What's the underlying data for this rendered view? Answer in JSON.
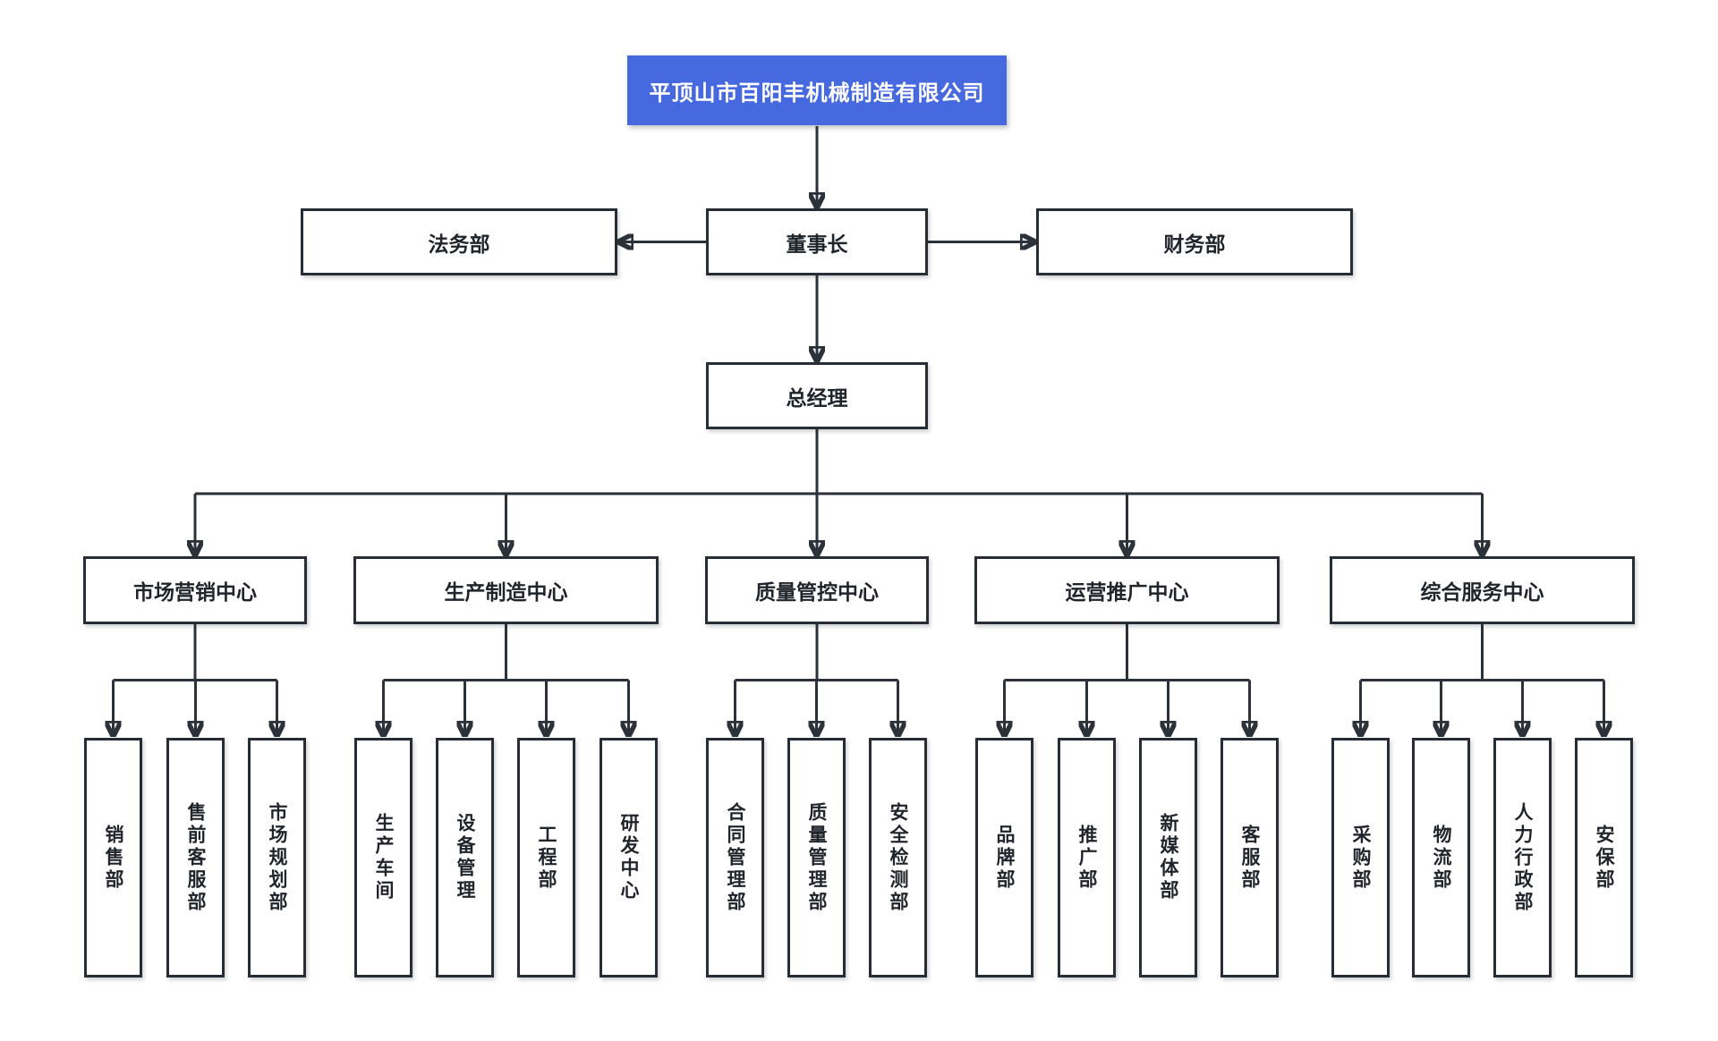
{
  "org_chart": {
    "root": {
      "label": "平顶山市百阳丰机械制造有限公司"
    },
    "executive": {
      "legal": {
        "label": "法务部"
      },
      "chairman": {
        "label": "董事长"
      },
      "finance": {
        "label": "财务部"
      }
    },
    "general_manager": {
      "label": "总经理"
    },
    "centers": [
      {
        "label": "市场营销中心",
        "departments": [
          {
            "label": "销售部"
          },
          {
            "label": "售前客服部"
          },
          {
            "label": "市场规划部"
          }
        ]
      },
      {
        "label": "生产制造中心",
        "departments": [
          {
            "label": "生产车间"
          },
          {
            "label": "设备管理"
          },
          {
            "label": "工程部"
          },
          {
            "label": "研发中心"
          }
        ]
      },
      {
        "label": "质量管控中心",
        "departments": [
          {
            "label": "合同管理部"
          },
          {
            "label": "质量管理部"
          },
          {
            "label": "安全检测部"
          }
        ]
      },
      {
        "label": "运营推广中心",
        "departments": [
          {
            "label": "品牌部"
          },
          {
            "label": "推广部"
          },
          {
            "label": "新媒体部"
          },
          {
            "label": "客服部"
          }
        ]
      },
      {
        "label": "综合服务中心",
        "departments": [
          {
            "label": "采购部"
          },
          {
            "label": "物流部"
          },
          {
            "label": "人力行政部"
          },
          {
            "label": "安保部"
          }
        ]
      }
    ],
    "colors": {
      "root_bg": "#4669e0",
      "root_text": "#ffffff",
      "node_text": "#1f252b",
      "node_bg": "#ffffff",
      "node_border": "#262d35",
      "line": "#2b323a"
    }
  }
}
